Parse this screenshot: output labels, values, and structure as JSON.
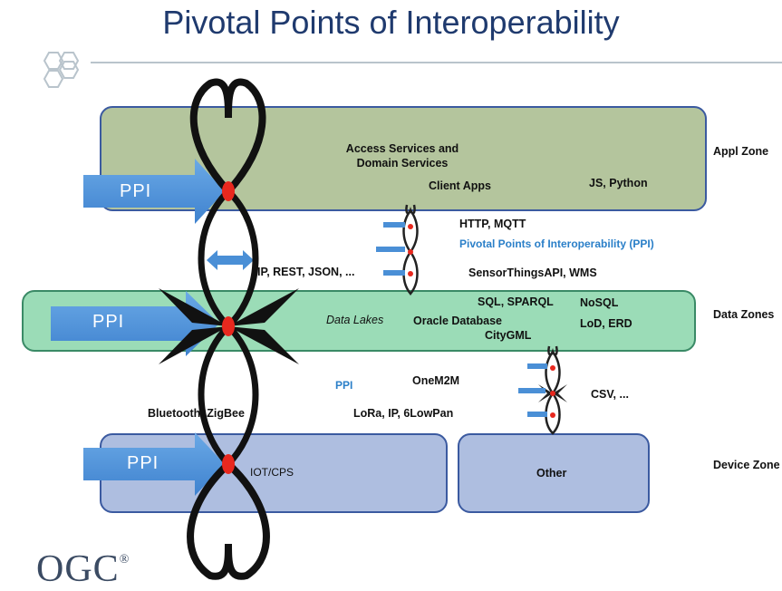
{
  "title": "Pivotal Points of Interoperability",
  "zones": {
    "appl": "Appl Zone",
    "data": "Data Zones",
    "device": "Device Zone"
  },
  "ppi_arrow_label": "PPI",
  "appl_zone": {
    "access_services": "Access Services and",
    "domain_services": "Domain Services",
    "client_apps": "Client Apps",
    "js_python": "JS, Python"
  },
  "middle_upper": {
    "http_mqtt": "HTTP, MQTT",
    "ppi_legend": "Pivotal Points of Interoperability (PPI)",
    "ip_rest_json": "IP, REST, JSON, ...",
    "sensorthings": "SensorThingsAPI, WMS"
  },
  "data_zone": {
    "data_lakes": "Data Lakes",
    "sql_sparql": "SQL, SPARQL",
    "nosql": "NoSQL",
    "oracle": "Oracle Database",
    "lod_erd": "LoD, ERD",
    "citygml": "CityGML"
  },
  "middle_lower": {
    "ppi": "PPI",
    "onem2m": "OneM2M",
    "csv": "CSV, ...",
    "bluetooth": "Bluetooth, ZigBee",
    "lora": "LoRa, IP, 6LowPan"
  },
  "device_zone": {
    "iot_cps": "IOT/CPS",
    "other": "Other"
  },
  "logo": "OGC",
  "colors": {
    "title": "#1f3a6e",
    "appl_fill": "#b4c59d",
    "data_fill": "#9bdcb7",
    "device_fill": "#aebee0",
    "arrow": "#4a8fd6",
    "node": "#e8281e",
    "ppi_legend": "#2a7fc8"
  }
}
